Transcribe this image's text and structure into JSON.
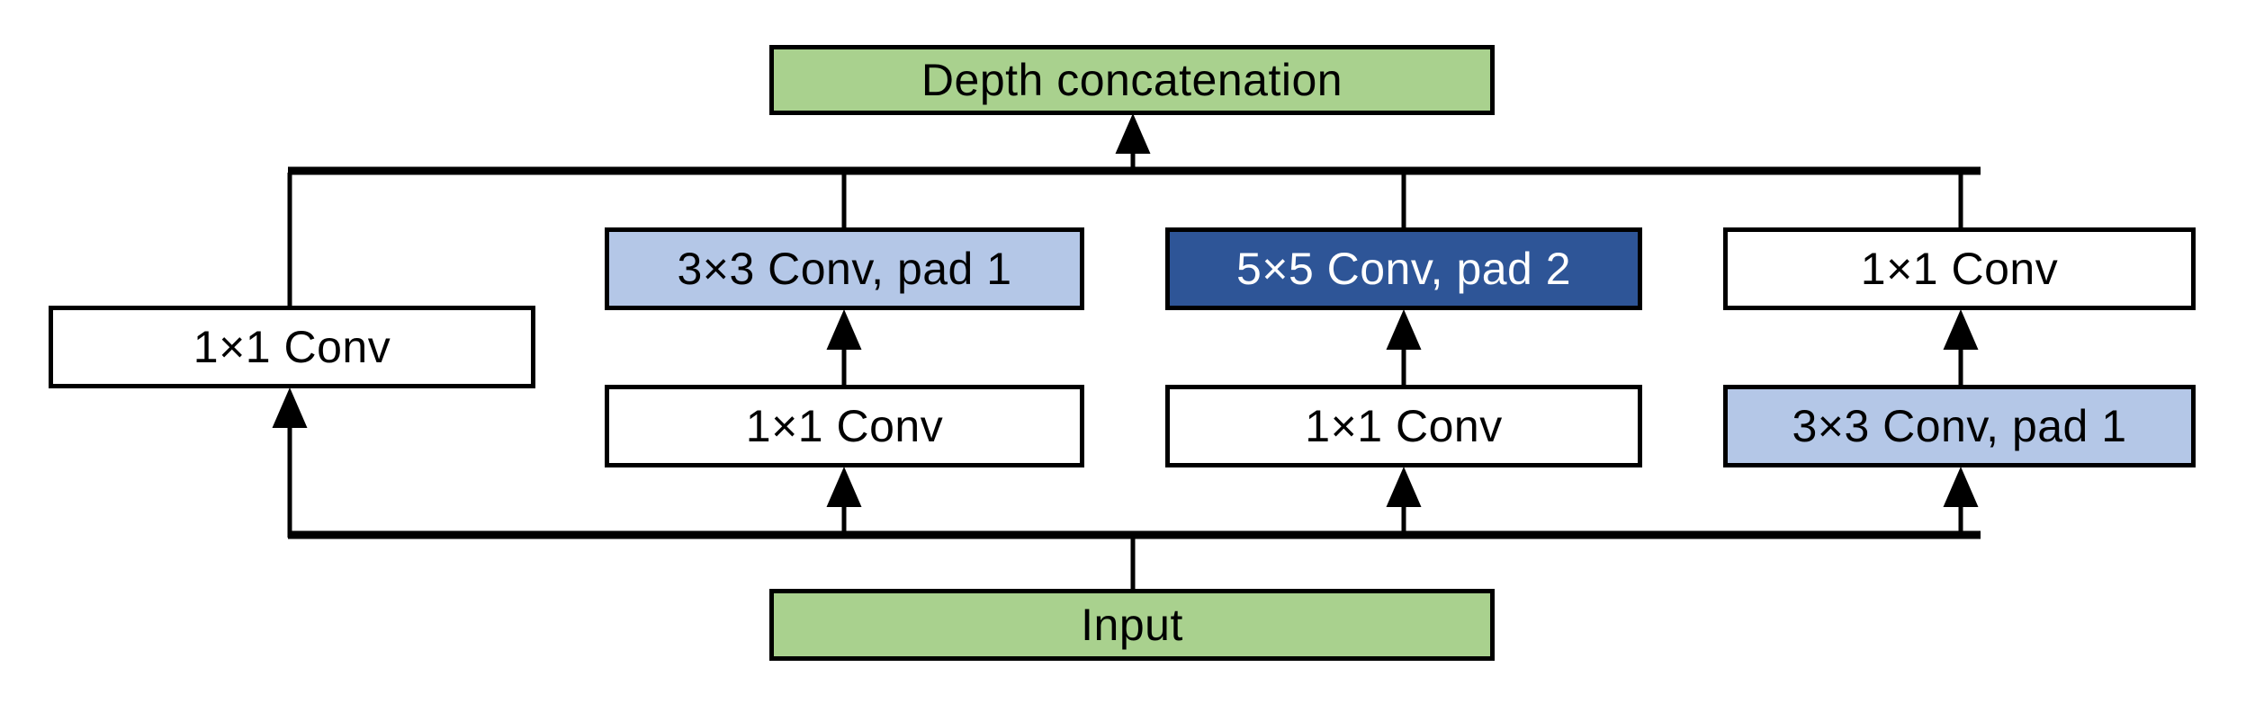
{
  "diagram": {
    "title": "Inception module block diagram",
    "colors": {
      "green": "#a9d18e",
      "light_blue": "#b4c7e7",
      "dark_blue": "#2e5597",
      "white": "#ffffff",
      "stroke": "#000000"
    },
    "nodes": {
      "depth_concatenation": {
        "label": "Depth concatenation",
        "fill": "green"
      },
      "branch1_conv": {
        "label": "1×1 Conv",
        "fill": "white"
      },
      "branch2_top": {
        "label": "3×3 Conv, pad 1",
        "fill": "light_blue"
      },
      "branch2_bottom": {
        "label": "1×1 Conv",
        "fill": "white"
      },
      "branch3_top": {
        "label": "5×5 Conv, pad 2",
        "fill": "dark_blue"
      },
      "branch3_bottom": {
        "label": "1×1 Conv",
        "fill": "white"
      },
      "branch4_top": {
        "label": "1×1 Conv",
        "fill": "white"
      },
      "branch4_bottom": {
        "label": "3×3 Conv, pad 1",
        "fill": "light_blue"
      },
      "input": {
        "label": "Input",
        "fill": "green"
      }
    },
    "edges": [
      {
        "name": "input-to-bottom-bus",
        "from": "input",
        "to": "bottom-bus"
      },
      {
        "name": "bottom-bus-to-branch1",
        "from": "bottom-bus",
        "to": "branch1_conv"
      },
      {
        "name": "bottom-bus-to-branch2",
        "from": "bottom-bus",
        "to": "branch2_bottom"
      },
      {
        "name": "bottom-bus-to-branch3",
        "from": "bottom-bus",
        "to": "branch3_bottom"
      },
      {
        "name": "bottom-bus-to-branch4",
        "from": "bottom-bus",
        "to": "branch4_bottom"
      },
      {
        "name": "branch2-bottom-to-top",
        "from": "branch2_bottom",
        "to": "branch2_top"
      },
      {
        "name": "branch3-bottom-to-top",
        "from": "branch3_bottom",
        "to": "branch3_top"
      },
      {
        "name": "branch4-bottom-to-top",
        "from": "branch4_bottom",
        "to": "branch4_top"
      },
      {
        "name": "branch1-to-top-bus",
        "from": "branch1_conv",
        "to": "top-bus"
      },
      {
        "name": "branch2-to-top-bus",
        "from": "branch2_top",
        "to": "top-bus"
      },
      {
        "name": "branch3-to-top-bus",
        "from": "branch3_top",
        "to": "top-bus"
      },
      {
        "name": "branch4-to-top-bus",
        "from": "branch4_top",
        "to": "top-bus"
      },
      {
        "name": "top-bus-to-concat",
        "from": "top-bus",
        "to": "depth_concatenation"
      }
    ]
  }
}
